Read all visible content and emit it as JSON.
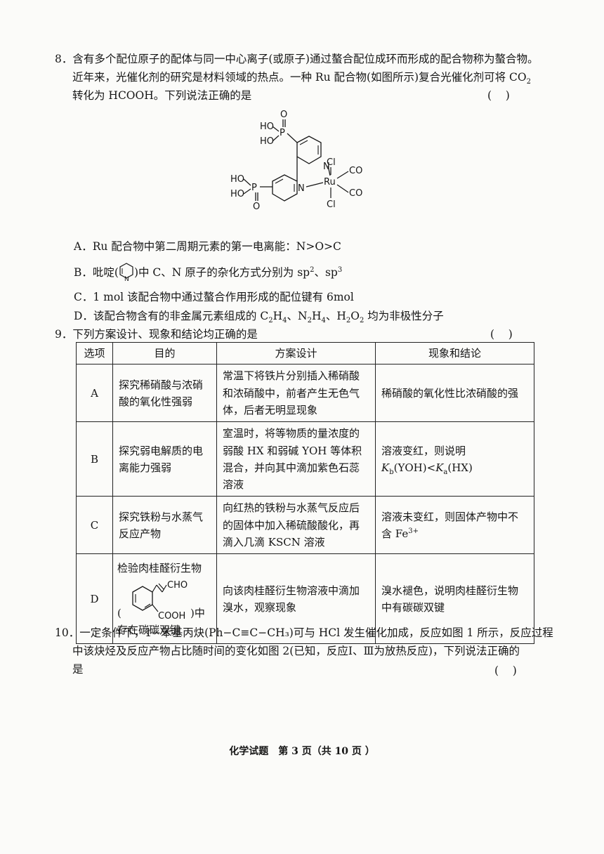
{
  "q8": {
    "line1": "8．含有多个配位原子的配体与同一中心离子(或原子)通过螯合配位成环而形成的配合物称为螯合物。",
    "line2_pre": "近年来，光催化剂的研究是材料领域的热点。一种 Ru 配合物(如图所示)复合光催化剂可将 CO",
    "line2_sub": "2",
    "line3": "转化为 HCOOH。下列说法正确的是",
    "paren": "(    )",
    "structure_labels": [
      "HO",
      "HO",
      "P",
      "O",
      "N",
      "Cl",
      "Ru",
      "CO",
      "CO",
      "Cl",
      "HO",
      "HO",
      "P",
      "O",
      "N"
    ],
    "optA": "A．Ru 配合物中第二周期元素的第一电离能：N>O>C",
    "optB_pre": "B．吡啶(",
    "optB_ring_atom": "N",
    "optB_post": ")中 C、N 原子的杂化方式分别为 sp",
    "optB_sup1": "2",
    "optB_mid": "、sp",
    "optB_sup2": "3",
    "optC": "C．1 mol 该配合物中通过螯合作用形成的配位键有 6mol",
    "optD_pre": "D．该配合物含有的非金属元素组成的 C",
    "optD_s1": "2",
    "optD_t1": "H",
    "optD_s2": "4",
    "optD_t2": "、N",
    "optD_s3": "2",
    "optD_t3": "H",
    "optD_s4": "4",
    "optD_t4": "、H",
    "optD_s5": "2",
    "optD_t5": "O",
    "optD_s6": "2",
    "optD_post": " 均为非极性分子"
  },
  "q9": {
    "stem": "9．下列方案设计、现象和结论均正确的是",
    "paren": "(    )",
    "headers": [
      "选项",
      "目的",
      "方案设计",
      "现象和结论"
    ],
    "rows": [
      {
        "option": "A",
        "purpose": "探究稀硝酸与浓硝酸的氧化性强弱",
        "design": "常温下将铁片分别插入稀硝酸和浓硝酸中，前者产生无色气体，后者无明显现象",
        "result": "稀硝酸的氧化性比浓硝酸的强"
      },
      {
        "option": "B",
        "purpose": "探究弱电解质的电离能力强弱",
        "design": "室温时，将等物质的量浓度的弱酸 HX 和弱碱 YOH 等体积混合，并向其中滴加紫色石蕊溶液",
        "result_pre": "溶液变红，则说明",
        "result_k1": "K",
        "result_k1sub": "b",
        "result_mid": "(YOH)<",
        "result_k2": "K",
        "result_k2sub": "a",
        "result_post": "(HX)"
      },
      {
        "option": "C",
        "purpose": "探究铁粉与水蒸气反应产物",
        "design": "向红热的铁粉与水蒸气反应后的固体中加入稀硫酸酸化，再滴入几滴 KSCN 溶液",
        "result_pre": "溶液未变红，则固体产物中不含 Fe",
        "result_sup": "3+"
      },
      {
        "option": "D",
        "purpose_top": "检验肉桂醛衍生物",
        "struct_cho": "CHO",
        "struct_cooh": "COOH",
        "purpose_lparen": "(",
        "purpose_rparen": ")中",
        "purpose_bottom": "存在碳碳双键",
        "design": "向该肉桂醛衍生物溶液中滴加溴水，观察现象",
        "result": "溴水褪色，说明肉桂醛衍生物中有碳碳双键"
      }
    ]
  },
  "q10": {
    "line1": "10．一定条件下，1−苯基丙炔(Ph−C≡C−CH₃)可与 HCl 发生催化加成，反应如图 1 所示，反应过程",
    "line2": "中该炔烃及反应产物占比随时间的变化如图 2(已知，反应Ⅰ、Ⅲ为放热反应)，下列说法正确的",
    "line3": "是",
    "paren": "(    )"
  },
  "footer": "化学试题　第 3 页（共 10 页 ）"
}
